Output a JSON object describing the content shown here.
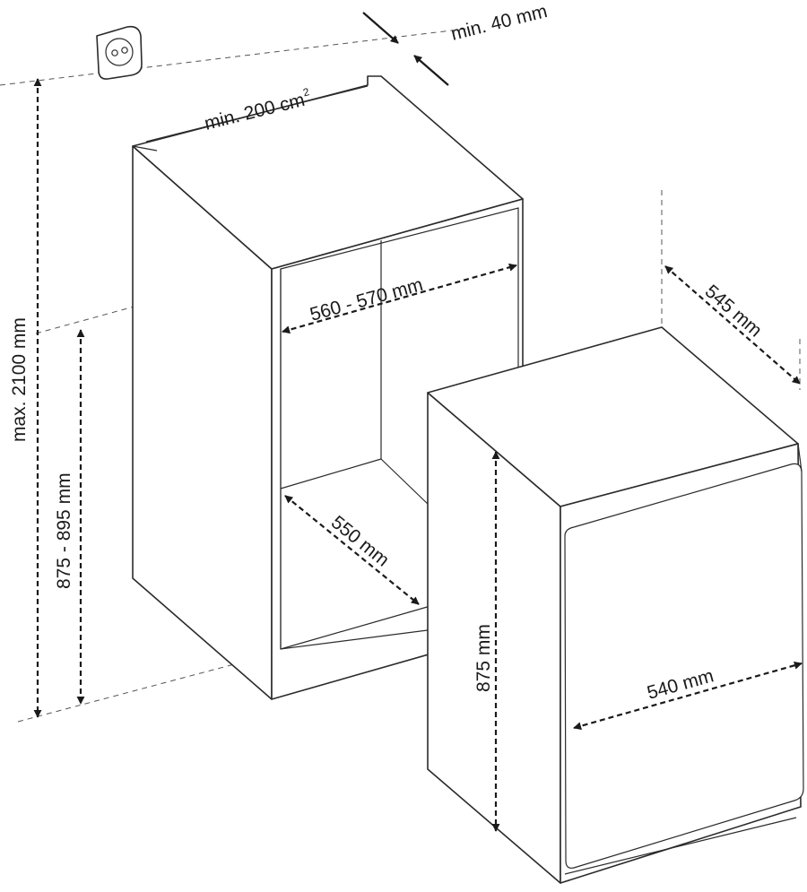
{
  "labels": {
    "min_gap": "min. 40 mm",
    "vent_area": "min. 200 cm",
    "vent_area_unit_sup": "2",
    "max_height": "max. 2100 mm",
    "niche_height": "875 - 895 mm",
    "niche_width": "560 - 570 mm",
    "niche_depth": "550 mm",
    "appliance_depth": "545 mm",
    "appliance_height": "875 mm",
    "appliance_width": "540 mm"
  },
  "icons": {
    "outlet": "power-socket-icon"
  },
  "colors": {
    "line": "#2b2b2b",
    "background": "#ffffff"
  }
}
